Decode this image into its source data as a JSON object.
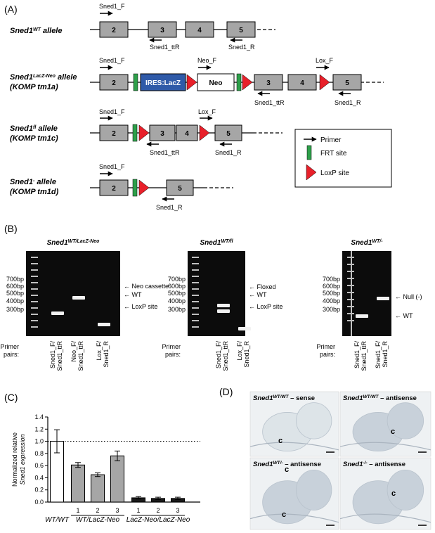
{
  "panels": {
    "A": "(A)",
    "B": "(B)",
    "C": "(C)",
    "D": "(D)"
  },
  "alleles": {
    "wt": {
      "gene": "Sned1",
      "sup": "WT",
      "rest": " allele",
      "sub": ""
    },
    "lacz": {
      "gene": "Sned1",
      "sup": "LacZ-Neo",
      "rest": " allele",
      "sub": "(KOMP tm1a)"
    },
    "fl": {
      "gene": "Sned1",
      "sup": "fl",
      "rest": " allele",
      "sub": "(KOMP tm1c)"
    },
    "null": {
      "gene": "Sned1",
      "sup": "-",
      "rest": " allele",
      "sub": "(KOMP tm1d)"
    }
  },
  "exons": {
    "e2": "2",
    "e3": "3",
    "e4": "4",
    "e5": "5"
  },
  "cassettes": {
    "ires": "IRES:LacZ",
    "neo": "Neo"
  },
  "primers": {
    "sned1_f": "Sned1_F",
    "sned1_ttr": "Sned1_ttR",
    "sned1_r": "Sned1_R",
    "neo_f": "Neo_F",
    "lox_f": "Lox_F"
  },
  "legend": {
    "primer": "Primer",
    "frt": "FRT site",
    "loxp": "LoxP site"
  },
  "gels": [
    {
      "title_gene": "Sned1",
      "title_sup": "WT/LacZ-Neo",
      "ladder": [
        "700bp",
        "600bp",
        "500bp",
        "400bp",
        "300bp"
      ],
      "band_labels": [
        "← Neo cassette",
        "← WT",
        "← LoxP site"
      ],
      "lanes": [
        [
          "Sned1_F/",
          "Sned1_ttR"
        ],
        [
          "Neo_F/",
          "Sned1_ttR"
        ],
        [
          "Lox_F/",
          "Sned1_R"
        ]
      ]
    },
    {
      "title_gene": "Sned1",
      "title_sup": "WT/fl",
      "ladder": [
        "700bp",
        "600bp",
        "500bp",
        "400bp",
        "300bp"
      ],
      "band_labels": [
        "← Floxed",
        "← WT",
        "← LoxP site"
      ],
      "lanes": [
        [
          "Sned1_F/",
          "Sned1_ttR"
        ],
        [
          "Lox_F/",
          "Sned1_R"
        ]
      ]
    },
    {
      "title_gene": "Sned1",
      "title_sup": "WT/-",
      "ladder": [
        "700bp",
        "600bp",
        "500bp",
        "400bp",
        "300bp"
      ],
      "band_labels": [
        "← Null (-)",
        "← WT"
      ],
      "lanes": [
        [
          "Sned1_F/",
          "Sned1_ttR"
        ],
        [
          "Sned1_F/",
          "Sned1_R"
        ]
      ]
    }
  ],
  "primer_pairs_label": [
    "Primer",
    "pairs:"
  ],
  "chart_data": {
    "type": "bar",
    "ylabel": [
      "Normalized relative",
      "Sned1 expression"
    ],
    "ylim": [
      0,
      1.4
    ],
    "yticks": [
      "0.0",
      "0.2",
      "0.4",
      "0.6",
      "0.8",
      "1.0",
      "1.2",
      "1.4"
    ],
    "reference_line": 1.0,
    "groups": [
      {
        "label": "WT/WT",
        "bars": [
          {
            "sub": "",
            "value": 1.0,
            "err": 0.19,
            "fill": "#ffffff"
          }
        ]
      },
      {
        "label": "WT/LacZ-Neo",
        "bars": [
          {
            "sub": "1",
            "value": 0.61,
            "err": 0.04,
            "fill": "#a6a6a6"
          },
          {
            "sub": "2",
            "value": 0.45,
            "err": 0.03,
            "fill": "#a6a6a6"
          },
          {
            "sub": "3",
            "value": 0.76,
            "err": 0.08,
            "fill": "#a6a6a6"
          }
        ]
      },
      {
        "label": "LacZ-Neo/LacZ-Neo",
        "bars": [
          {
            "sub": "1",
            "value": 0.07,
            "err": 0.02,
            "fill": "#1a1a1a"
          },
          {
            "sub": "2",
            "value": 0.06,
            "err": 0.02,
            "fill": "#1a1a1a"
          },
          {
            "sub": "3",
            "value": 0.06,
            "err": 0.02,
            "fill": "#1a1a1a"
          }
        ]
      }
    ]
  },
  "ish": [
    {
      "gene": "Sned1",
      "sup": "WT/WT",
      "probe": " – sense",
      "labels": [
        "c"
      ]
    },
    {
      "gene": "Sned1",
      "sup": "WT/WT",
      "probe": " – antisense",
      "labels": [
        "c"
      ]
    },
    {
      "gene": "Sned1",
      "sup": "WT/-",
      "probe": " – antisense",
      "labels": [
        "c",
        "c"
      ]
    },
    {
      "gene": "Sned1",
      "sup": "-/-",
      "probe": " – antisense",
      "labels": [
        "c"
      ]
    }
  ],
  "colors": {
    "exon": "#a6a6a6",
    "frt": "#2ea04a",
    "loxp": "#e8202a",
    "ires": "#2f5aa8",
    "gel_bg": "#0c0c0c",
    "band": "#f2f2f2"
  }
}
